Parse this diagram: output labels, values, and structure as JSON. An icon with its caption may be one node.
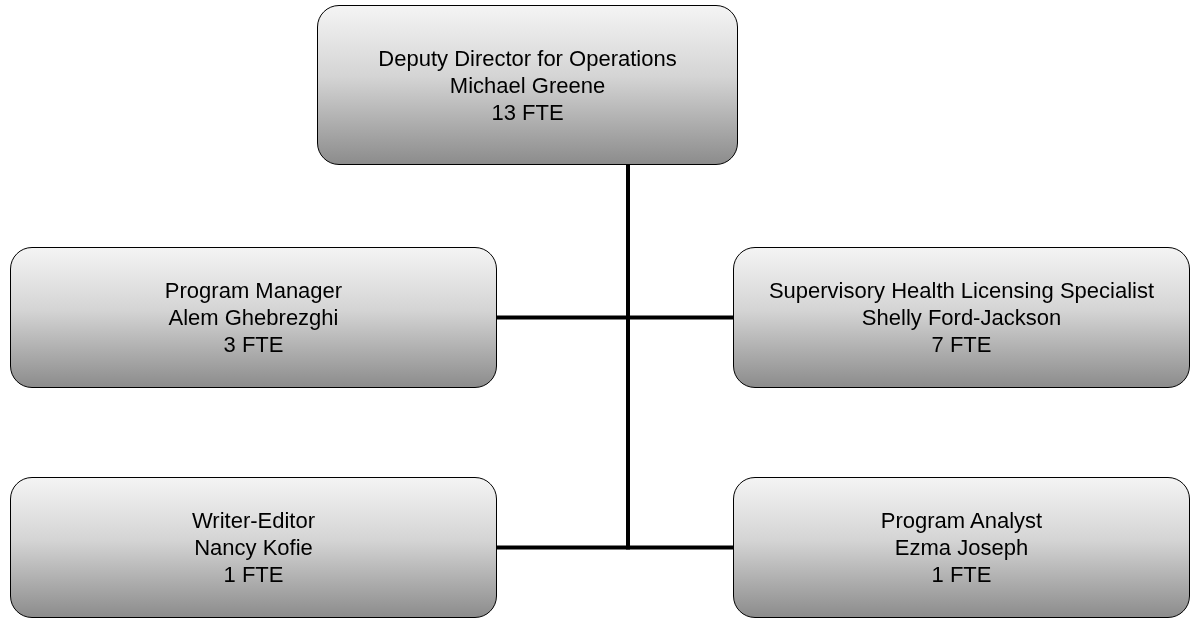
{
  "diagram": {
    "nodes": [
      {
        "text": [
          "Deputy Director for Operations",
          "Michael Greene",
          "13 FTE"
        ]
      },
      {
        "text": [
          "Program Manager",
          "Alem Ghebrezghi",
          "3 FTE"
        ]
      },
      {
        "text": [
          "Supervisory Health Licensing Specialist",
          "Shelly Ford-Jackson",
          "7 FTE"
        ]
      },
      {
        "text": [
          "Writer-Editor",
          "Nancy Kofie",
          "1 FTE"
        ]
      },
      {
        "text": [
          "Program Analyst",
          "Ezma Joseph",
          "1 FTE"
        ]
      }
    ],
    "edges": [
      {
        "from": 0,
        "to": 1,
        "arrow": "none"
      },
      {
        "from": 0,
        "to": 2,
        "arrow": "none"
      },
      {
        "from": 0,
        "to": 3,
        "arrow": "none"
      },
      {
        "from": 0,
        "to": 4,
        "arrow": "none"
      }
    ]
  }
}
